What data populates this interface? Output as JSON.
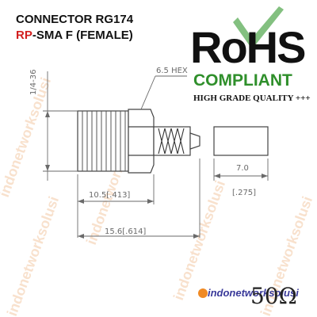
{
  "title": {
    "line1": "CONNECTOR RG174",
    "line2_prefix": "RP",
    "line2_rest": "-SMA F (FEMALE)"
  },
  "badge": {
    "rohs": "RoHS",
    "compliant": "COMPLIANT",
    "quality": "HIGH GRADE QUALITY +++"
  },
  "dimensions": {
    "hex": "6.5 HEX",
    "thread": "1/4-36",
    "length_a": "10.5[.413]",
    "length_b": "15.6[.614]",
    "sleeve_mm": "7.0",
    "sleeve_in": "[.275]"
  },
  "footer": {
    "brand": "indonetworksolusi",
    "impedance": "50Ω"
  },
  "watermark": "indonetworksolusi",
  "colors": {
    "accent_red": "#d21f1f",
    "rohs_green": "#2f8f2b",
    "line_color": "#555555",
    "watermark": "#f3c9a6"
  }
}
